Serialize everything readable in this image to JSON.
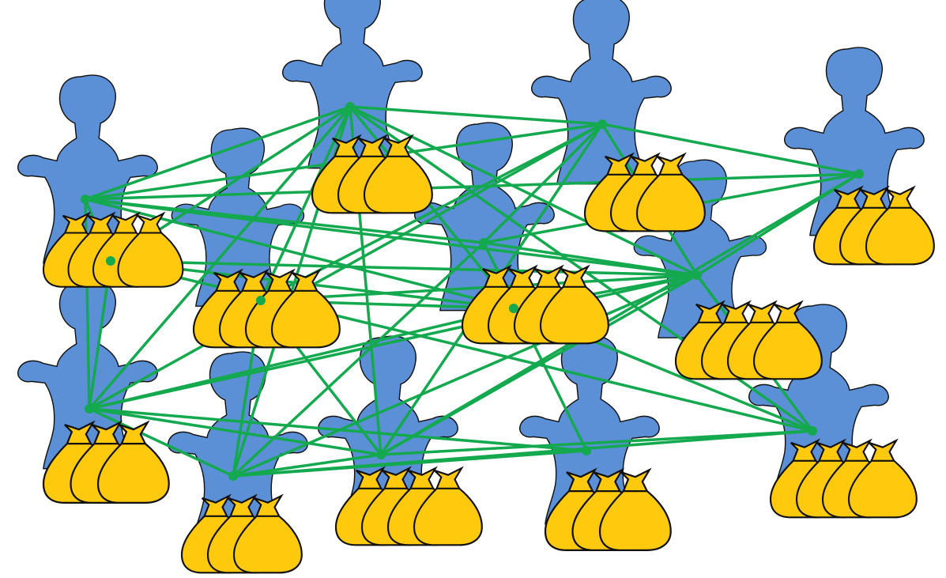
{
  "diagram": {
    "type": "network",
    "colors": {
      "background": "#ffffff",
      "person": "#5b8fd6",
      "bag": "#ffc90e",
      "edge": "#14a94f",
      "outline": "#111111"
    },
    "node_count": 14,
    "edges": [
      [
        0,
        1
      ],
      [
        0,
        2
      ],
      [
        0,
        3
      ],
      [
        0,
        4
      ],
      [
        0,
        5
      ],
      [
        0,
        6
      ],
      [
        0,
        11
      ],
      [
        0,
        13
      ],
      [
        1,
        2
      ],
      [
        1,
        5
      ],
      [
        1,
        6
      ],
      [
        1,
        7
      ],
      [
        1,
        8
      ],
      [
        1,
        10
      ],
      [
        1,
        12
      ],
      [
        1,
        13
      ],
      [
        2,
        3
      ],
      [
        2,
        4
      ],
      [
        2,
        5
      ],
      [
        2,
        6
      ],
      [
        2,
        8
      ],
      [
        2,
        12
      ],
      [
        3,
        4
      ],
      [
        3,
        5
      ],
      [
        3,
        8
      ],
      [
        4,
        5
      ],
      [
        4,
        7
      ],
      [
        4,
        9
      ],
      [
        5,
        6
      ],
      [
        5,
        7
      ],
      [
        5,
        8
      ],
      [
        5,
        10
      ],
      [
        5,
        11
      ],
      [
        5,
        12
      ],
      [
        5,
        13
      ],
      [
        6,
        7
      ],
      [
        6,
        8
      ],
      [
        6,
        9
      ],
      [
        6,
        11
      ],
      [
        6,
        13
      ],
      [
        7,
        8
      ],
      [
        7,
        9
      ],
      [
        7,
        10
      ],
      [
        7,
        12
      ],
      [
        8,
        10
      ],
      [
        8,
        12
      ],
      [
        10,
        11
      ],
      [
        10,
        13
      ],
      [
        11,
        13
      ],
      [
        12,
        13
      ],
      [
        1,
        11
      ]
    ],
    "icons": {
      "node": "person-silhouette-icon",
      "resource": "money-bag-icon"
    }
  }
}
